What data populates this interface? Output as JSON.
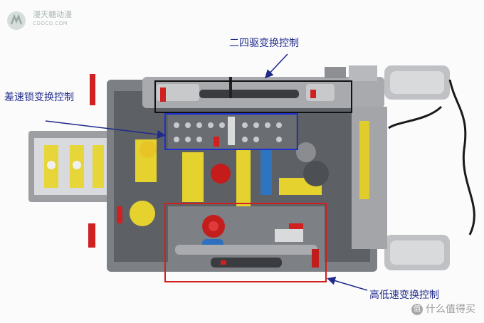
{
  "annotations": {
    "awd_control": "二四驱变换控制",
    "diff_lock_control": "差速锁变换控制",
    "hi_lo_control": "高低速变换控制"
  },
  "watermark_top": {
    "name": "漫天糖动漫",
    "sub": "COOCO.COM"
  },
  "watermark_bottom": {
    "badge": "值",
    "text": "什么值得买"
  },
  "colors": {
    "annotation_text": "#1f2a8a",
    "box_black": "#111111",
    "box_blue": "#1d2fd0",
    "box_red": "#d41e1e"
  }
}
